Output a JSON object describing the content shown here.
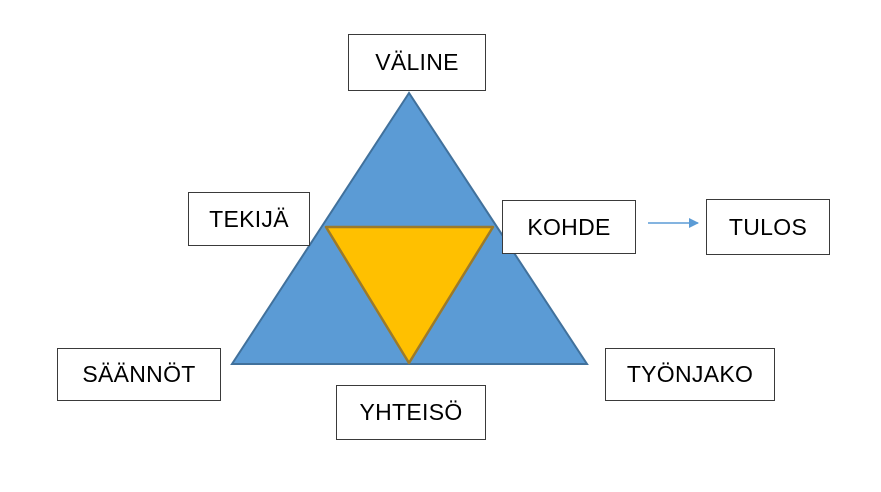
{
  "labels": {
    "tool": "VÄLINE",
    "subject": "TEKIJÄ",
    "object": "KOHDE",
    "outcome": "TULOS",
    "rules": "SÄÄNNÖT",
    "division_of_labor": "TYÖNJAKO",
    "community": "YHTEISÖ"
  },
  "colors": {
    "outer_triangle_fill": "#5b9bd5",
    "outer_triangle_stroke": "#41719c",
    "inner_triangle_fill": "#ffc000",
    "inner_triangle_stroke": "#9c7a2a",
    "arrow": "#5b9bd5",
    "box_border": "#3a3a3a"
  }
}
